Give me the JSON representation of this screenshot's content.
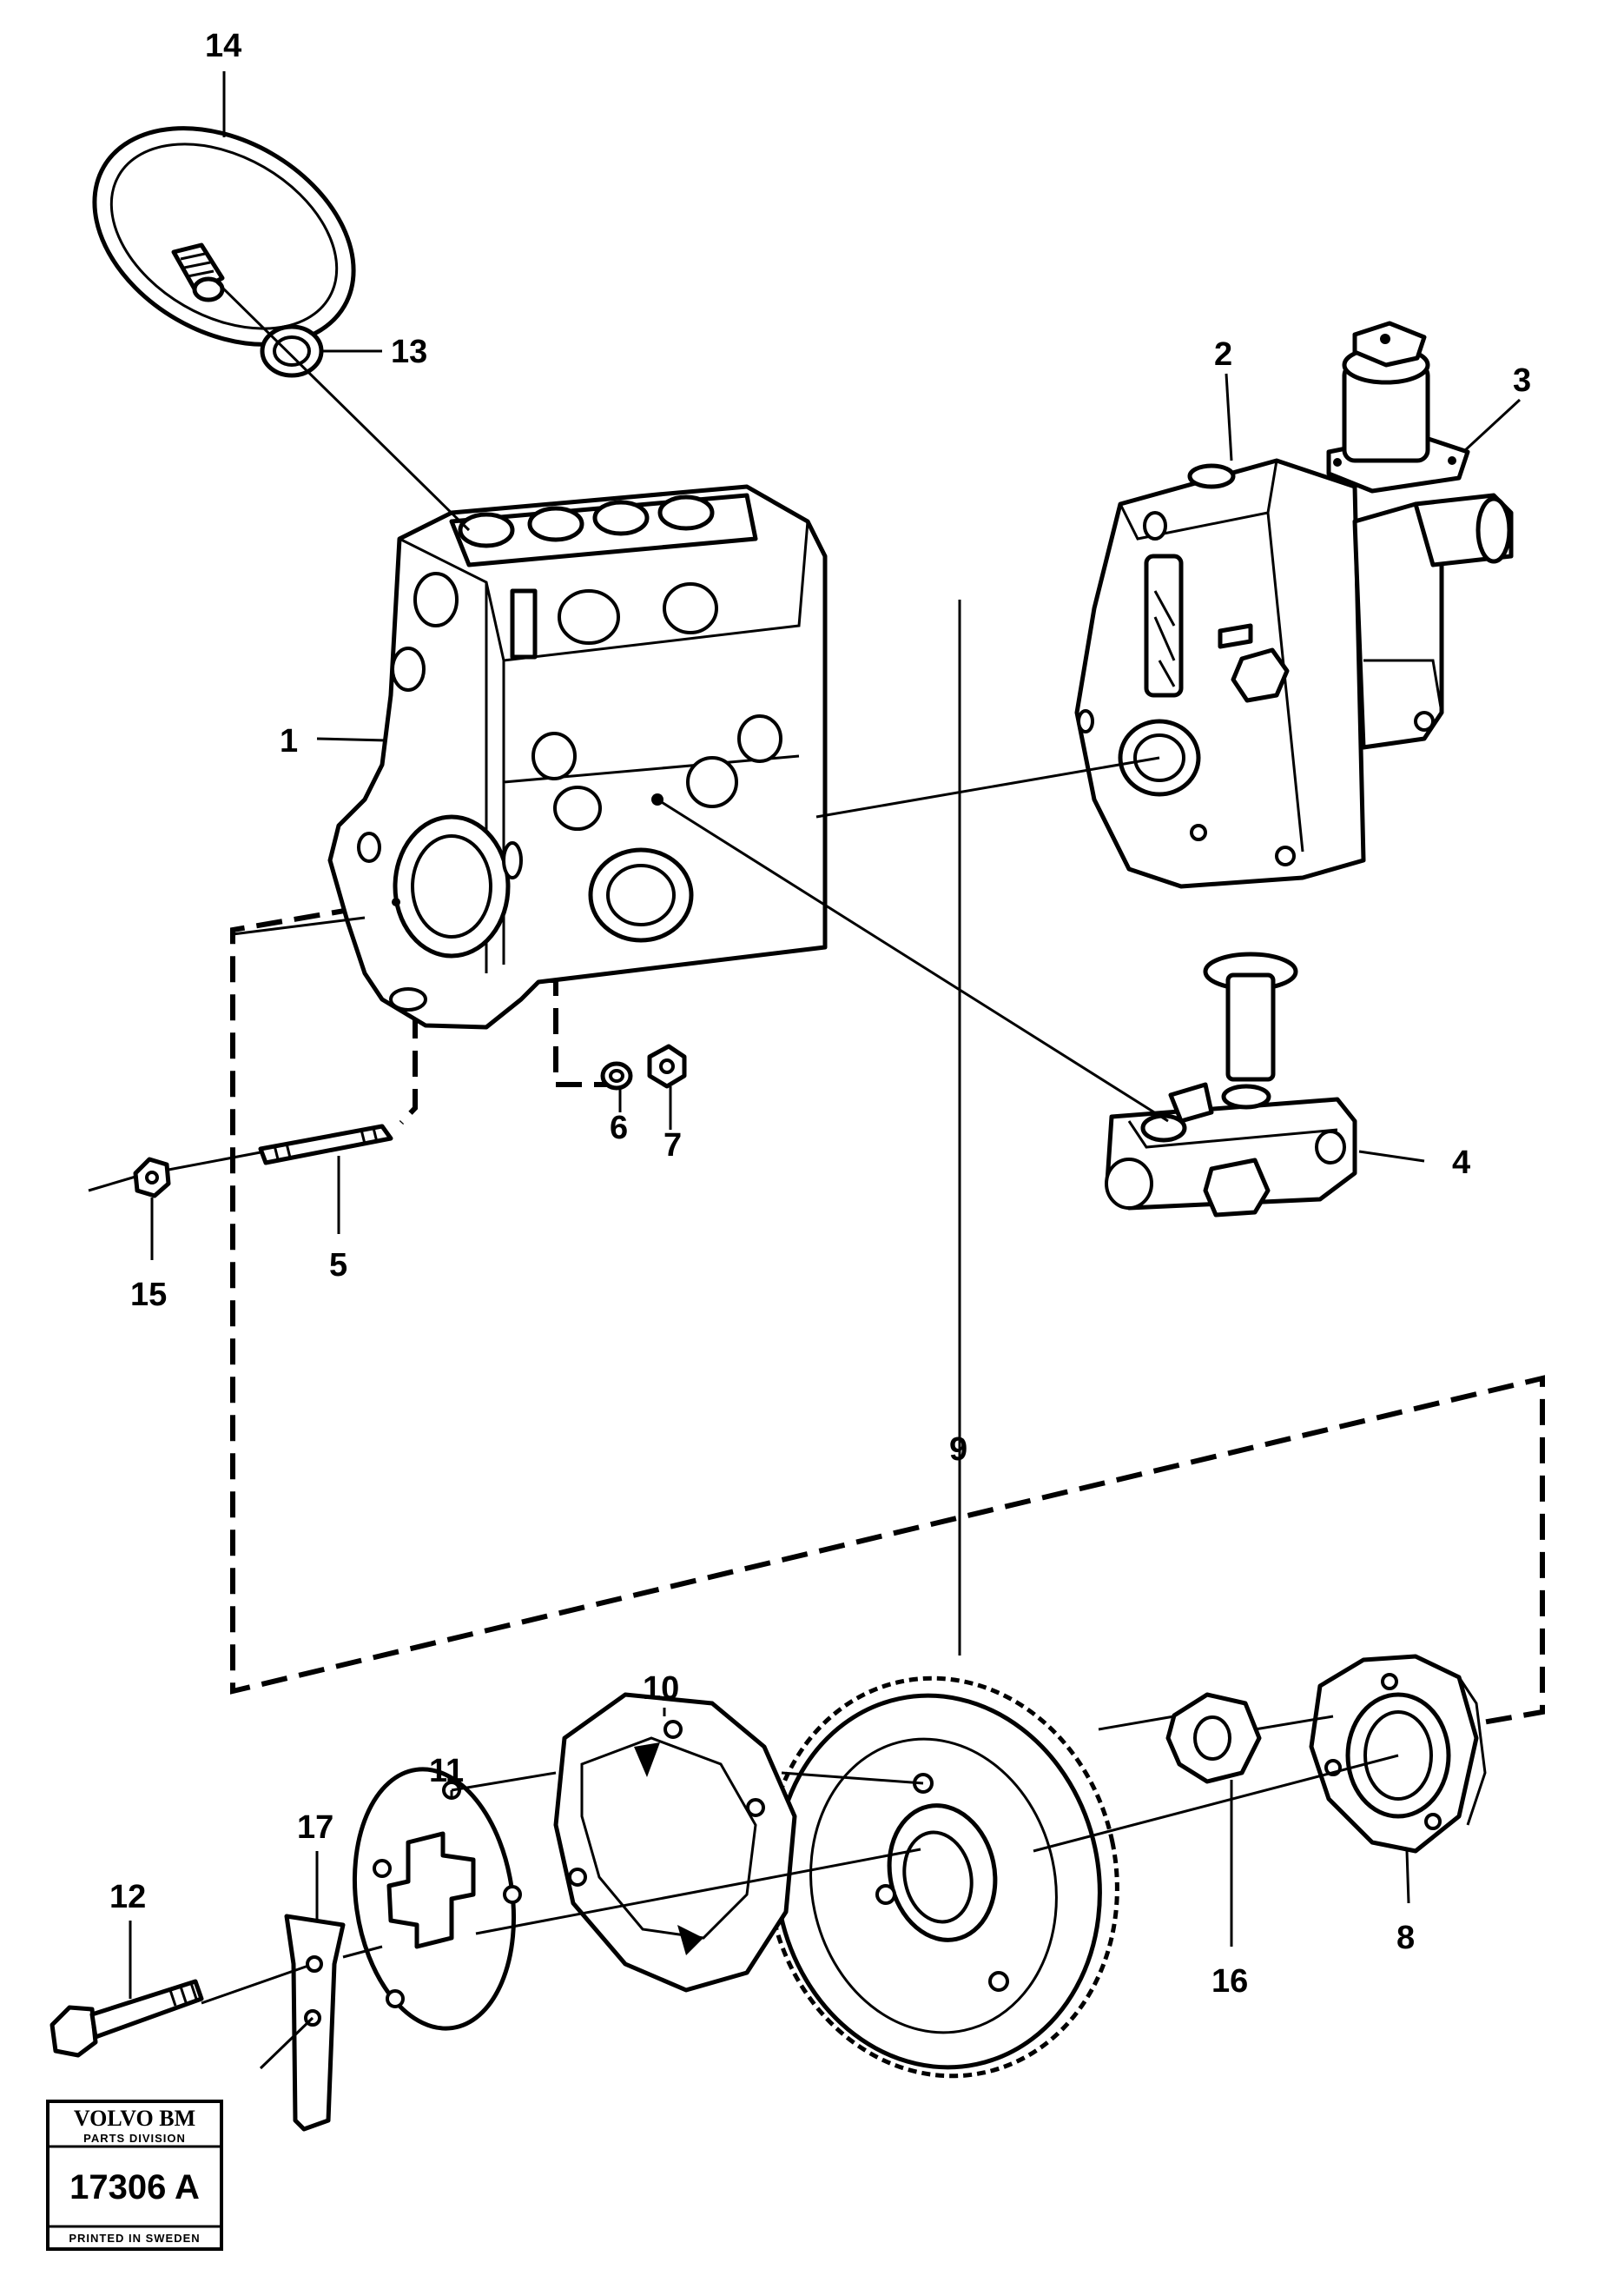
{
  "diagram": {
    "callouts": [
      {
        "id": "14",
        "label": "14"
      },
      {
        "id": "13",
        "label": "13"
      },
      {
        "id": "2",
        "label": "2"
      },
      {
        "id": "3",
        "label": "3"
      },
      {
        "id": "1",
        "label": "1"
      },
      {
        "id": "4",
        "label": "4"
      },
      {
        "id": "6",
        "label": "6"
      },
      {
        "id": "7",
        "label": "7"
      },
      {
        "id": "5",
        "label": "5"
      },
      {
        "id": "15",
        "label": "15"
      },
      {
        "id": "9",
        "label": "9"
      },
      {
        "id": "10",
        "label": "10"
      },
      {
        "id": "11",
        "label": "11"
      },
      {
        "id": "17",
        "label": "17"
      },
      {
        "id": "12",
        "label": "12"
      },
      {
        "id": "16",
        "label": "16"
      },
      {
        "id": "8",
        "label": "8"
      }
    ]
  },
  "stamp": {
    "brand": "VOLVO BM",
    "division": "PARTS DIVISION",
    "number": "17306 A",
    "printed": "PRINTED IN SWEDEN"
  }
}
